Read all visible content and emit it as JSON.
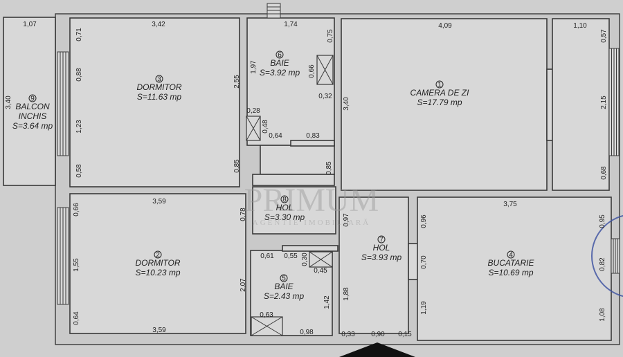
{
  "rooms": [
    {
      "number": "9",
      "name": "BALCON",
      "name2": "INCHIS",
      "area": "S=3.64 mp"
    },
    {
      "number": "3",
      "name": "DORMITOR",
      "area": "S=11.63 mp"
    },
    {
      "number": "6",
      "name": "BAIE",
      "area": "S=3.92 mp"
    },
    {
      "number": "1",
      "name": "CAMERA DE ZI",
      "area": "S=17.79 mp"
    },
    {
      "number": "8",
      "name": "HOL",
      "area": "S=3.30 mp"
    },
    {
      "number": "2",
      "name": "DORMITOR",
      "area": "S=10.23 mp"
    },
    {
      "number": "5",
      "name": "BAIE",
      "area": "S=2.43 mp"
    },
    {
      "number": "7",
      "name": "HOL",
      "area": "S=3.93 mp"
    },
    {
      "number": "4",
      "name": "BUCATARIE",
      "area": "S=10.69 mp"
    }
  ],
  "dimensions": [
    "1,07",
    "3,42",
    "1,74",
    "4,09",
    "1,10",
    "0,28",
    "0,64",
    "0,83",
    "0,32",
    "3,59",
    "3,75",
    "0,61",
    "0,55",
    "0,45",
    "0,63",
    "3,59",
    "0,98",
    "0,33",
    "0,90",
    "0,15",
    "0,71",
    "0,88",
    "1,23",
    "0,58",
    "3,40",
    "2,55",
    "1,97",
    "0,75",
    "0,66",
    "0,48",
    "0,85",
    "0,85",
    "3,40",
    "0,57",
    "2,15",
    "0,68",
    "0,66",
    "1,55",
    "0,64",
    "0,78",
    "0,97",
    "2,07",
    "0,30",
    "1,42",
    "1,88",
    "0,96",
    "0,70",
    "1,19",
    "0,95",
    "0,82",
    "1,08"
  ],
  "watermark": {
    "brand": "PRIMUM",
    "tagline": "AGENTIE IMOBILIARĂ"
  },
  "colors": {
    "paper": "#d8d8d8",
    "lines": "#3a3a3a",
    "stamp": "#3a4fa0"
  }
}
